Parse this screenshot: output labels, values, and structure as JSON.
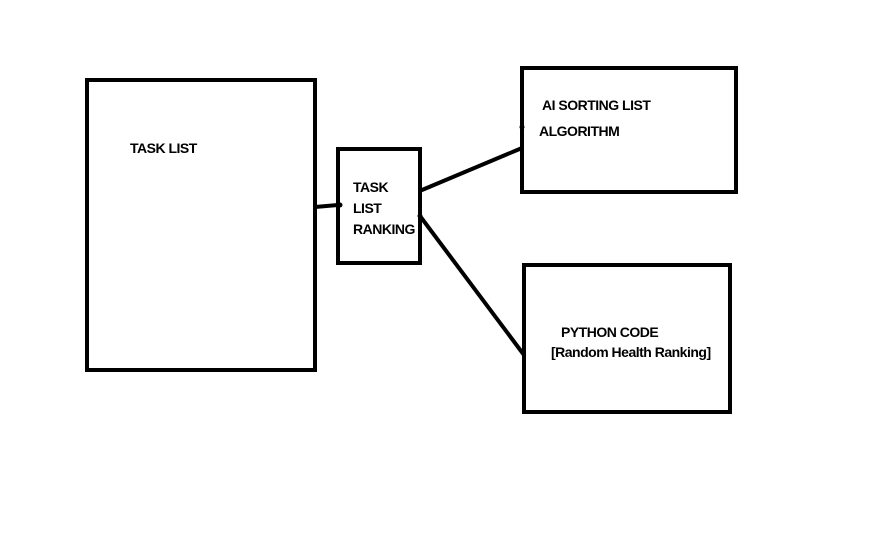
{
  "diagram": {
    "nodes": {
      "task_list": {
        "label": "TASK LIST"
      },
      "task_list_ranking": {
        "lines": [
          "TASK",
          "LIST",
          "RANKING"
        ]
      },
      "ai_sorting": {
        "lines": [
          "AI SORTING LIST",
          "ALGORITHM"
        ]
      },
      "python_code": {
        "lines": [
          "PYTHON CODE",
          "[Random Health Ranking]"
        ]
      }
    },
    "edges": [
      {
        "from": "task_list",
        "to": "task_list_ranking"
      },
      {
        "from": "task_list_ranking",
        "to": "ai_sorting"
      },
      {
        "from": "task_list_ranking",
        "to": "python_code"
      }
    ],
    "colors": {
      "stroke": "#000000",
      "background": "#ffffff"
    }
  }
}
